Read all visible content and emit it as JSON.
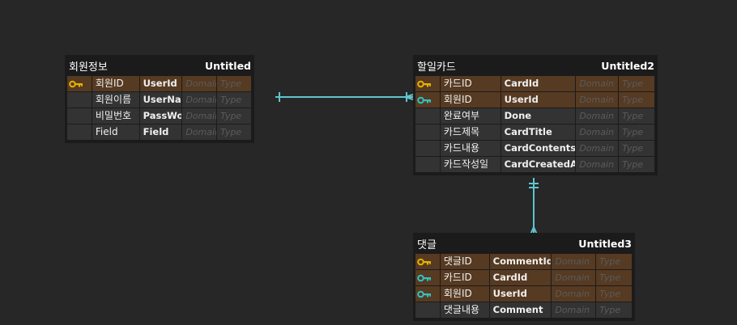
{
  "colors": {
    "pk_key": "#e6b400",
    "fk_key": "#2ec4c4",
    "relation_line": "#5fc4d0"
  },
  "entities": [
    {
      "id": "member",
      "name": "회원정보",
      "table": "Untitled",
      "rows": [
        {
          "key": "pk",
          "logical": "회원ID",
          "physical": "UserId",
          "domain": "Domain",
          "type": "Type"
        },
        {
          "key": "",
          "logical": "회원이름",
          "physical": "UserName",
          "domain": "Domain",
          "type": "Type"
        },
        {
          "key": "",
          "logical": "비밀번호",
          "physical": "PassWord",
          "domain": "Domain",
          "type": "Type"
        },
        {
          "key": "",
          "logical": "Field",
          "physical": "Field",
          "domain": "Domain",
          "type": "Type"
        }
      ]
    },
    {
      "id": "card",
      "name": "할일카드",
      "table": "Untitled2",
      "rows": [
        {
          "key": "pk",
          "logical": "카드ID",
          "physical": "CardId",
          "domain": "Domain",
          "type": "Type"
        },
        {
          "key": "pfk",
          "logical": "회원ID",
          "physical": "UserId",
          "domain": "Domain",
          "type": "Type"
        },
        {
          "key": "",
          "logical": "완료여부",
          "physical": "Done",
          "domain": "Domain",
          "type": "Type"
        },
        {
          "key": "",
          "logical": "카드제목",
          "physical": "CardTitle",
          "domain": "Domain",
          "type": "Type"
        },
        {
          "key": "",
          "logical": "카드내용",
          "physical": "CardContents",
          "domain": "Domain",
          "type": "Type"
        },
        {
          "key": "",
          "logical": "카드작성일",
          "physical": "CardCreatedAt",
          "domain": "Domain",
          "type": "Type"
        }
      ]
    },
    {
      "id": "comment",
      "name": "댓글",
      "table": "Untitled3",
      "rows": [
        {
          "key": "pk",
          "logical": "댓글ID",
          "physical": "CommentId",
          "domain": "Domain",
          "type": "Type"
        },
        {
          "key": "pfk",
          "logical": "카드ID",
          "physical": "CardId",
          "domain": "Domain",
          "type": "Type"
        },
        {
          "key": "pfk",
          "logical": "회원ID",
          "physical": "UserId",
          "domain": "Domain",
          "type": "Type"
        },
        {
          "key": "",
          "logical": "댓글내용",
          "physical": "Comment",
          "domain": "Domain",
          "type": "Type"
        }
      ]
    }
  ],
  "relationships": [
    {
      "from": "member",
      "to": "card",
      "notation": "one-to-many"
    },
    {
      "from": "card",
      "to": "comment",
      "notation": "one-to-many"
    }
  ]
}
